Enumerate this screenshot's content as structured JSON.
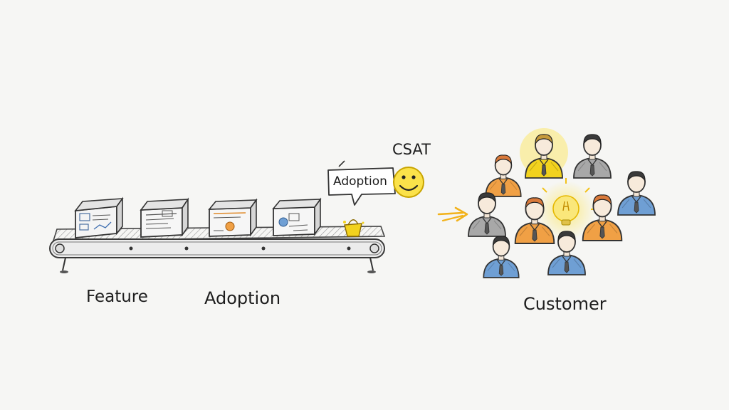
{
  "labels": {
    "feature": "Feature",
    "adoption": "Adoption",
    "customer": "Customer",
    "csat": "CSAT",
    "bubble": "Adoption"
  },
  "colors": {
    "ink": "#3a3a3a",
    "belt": "#6b6b6b",
    "yellow": "#f2d21e",
    "orange": "#f0a045",
    "blue": "#6f9fd4",
    "gray": "#a8a8a8",
    "glow": "#f7dc5a"
  },
  "icons": [
    "feature-box-icon",
    "smiley-face-icon",
    "shopping-bag-icon",
    "arrow-right-icon",
    "lightbulb-icon",
    "person-icon"
  ]
}
